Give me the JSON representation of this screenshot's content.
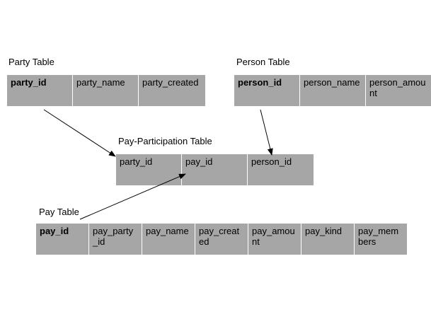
{
  "party_table": {
    "label": "Party Table",
    "columns": [
      "party_id",
      "party_name",
      "party_created"
    ]
  },
  "person_table": {
    "label": "Person Table",
    "columns": [
      "person_id",
      "person_name",
      "person_amount"
    ]
  },
  "participation_table": {
    "label": "Pay-Participation Table",
    "columns": [
      "party_id",
      "pay_id",
      "person_id"
    ]
  },
  "pay_table": {
    "label": "Pay Table",
    "columns": [
      "pay_id",
      "pay_party_id",
      "pay_name",
      "pay_created",
      "pay_amount",
      "pay_kind",
      "pay_members"
    ]
  }
}
